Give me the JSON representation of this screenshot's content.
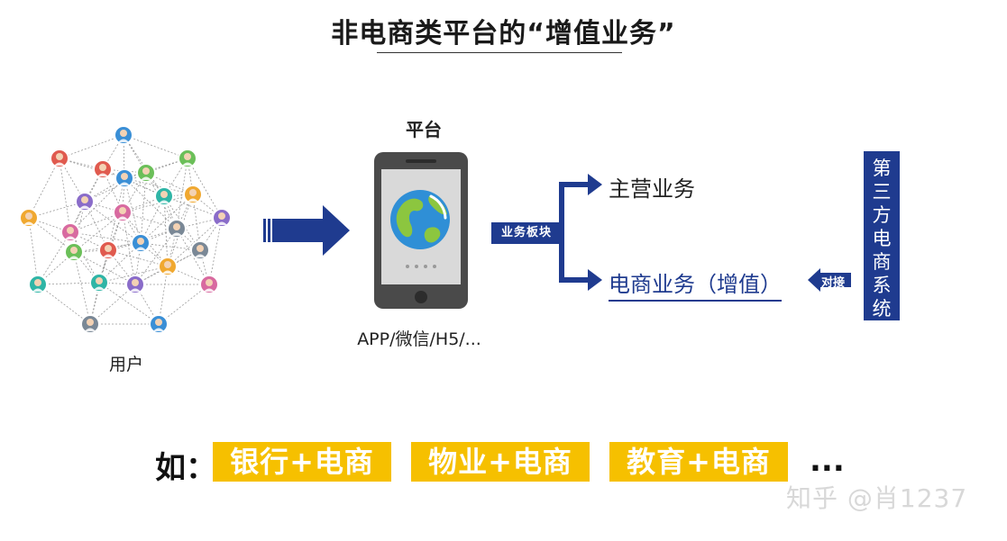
{
  "title": "非电商类平台的“增值业务”",
  "users": {
    "label": "用户",
    "avatar_count": 25
  },
  "platform": {
    "label": "平台",
    "subtitle": "APP/微信/H5/..."
  },
  "business": {
    "block_label": "业务板块",
    "main": "主营业务",
    "ecommerce": "电商业务（增值）",
    "connect_label": "对接",
    "third_party": "第三方电商系统"
  },
  "examples": {
    "prefix": "如：",
    "items": [
      "银行+电商",
      "物业+电商",
      "教育+电商"
    ],
    "ellipsis": "..."
  },
  "watermark": "知乎 @肖1237",
  "colors": {
    "navy": "#1f3b8f",
    "yellow": "#f6c000",
    "phone": "#4a4a4a",
    "screen": "#d9d9d9"
  }
}
